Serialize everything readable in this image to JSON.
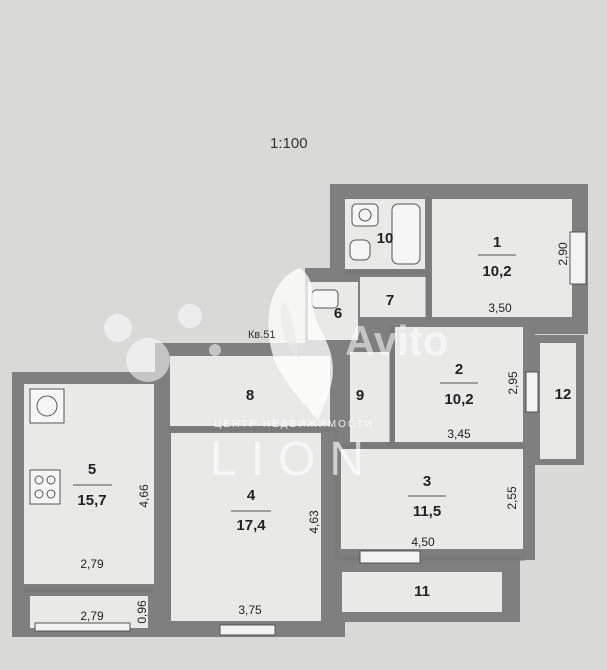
{
  "plan": {
    "scale": "1:100",
    "apartment_label": "Кв.51",
    "rooms": [
      {
        "id": "1",
        "area": "10,2"
      },
      {
        "id": "2",
        "area": "10,2"
      },
      {
        "id": "3",
        "area": "11,5"
      },
      {
        "id": "4",
        "area": "17,4"
      },
      {
        "id": "5",
        "area": "15,7"
      },
      {
        "id": "6"
      },
      {
        "id": "7"
      },
      {
        "id": "8"
      },
      {
        "id": "9"
      },
      {
        "id": "10"
      },
      {
        "id": "11"
      },
      {
        "id": "12"
      }
    ],
    "dimensions": {
      "room1_width": "3,50",
      "room1_depth": "2,90",
      "room2_width": "3,45",
      "room2_depth": "2,95",
      "room3_width": "4,50",
      "room3_depth": "2,55",
      "room4_width": "3,75",
      "room4_depth": "4,63",
      "room5_depth": "4,66",
      "room5_width_upper": "2,79",
      "room5_width_lower": "2,79",
      "room5_niche_depth": "0,96"
    }
  },
  "watermark": {
    "brand": "LION",
    "subtitle": "ЦЕНТР НЕДВИЖИМОСТИ",
    "overlay": "Avito"
  }
}
